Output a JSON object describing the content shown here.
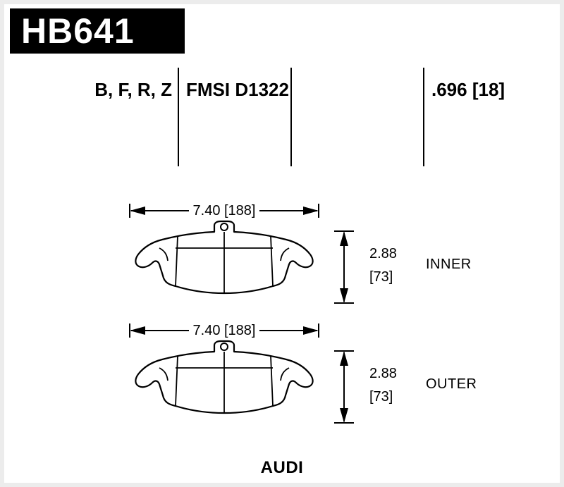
{
  "header": {
    "part_number": "HB641"
  },
  "specs": {
    "compounds": "B, F, R, Z",
    "fmsi": "FMSI D1322",
    "pad_thickness": ".696 [18]"
  },
  "pads": [
    {
      "side": "inner",
      "width_dim": "7.40 [188]",
      "height_in": "2.88",
      "height_mm": "[73]",
      "label": "INNER"
    },
    {
      "side": "outer",
      "width_dim": "7.40 [188]",
      "height_in": "2.88",
      "height_mm": "[73]",
      "label": "OUTER"
    }
  ],
  "footer": {
    "vehicle": "AUDI"
  },
  "colors": {
    "ink": "#000000",
    "paper": "#ffffff",
    "frame": "#ececec"
  }
}
